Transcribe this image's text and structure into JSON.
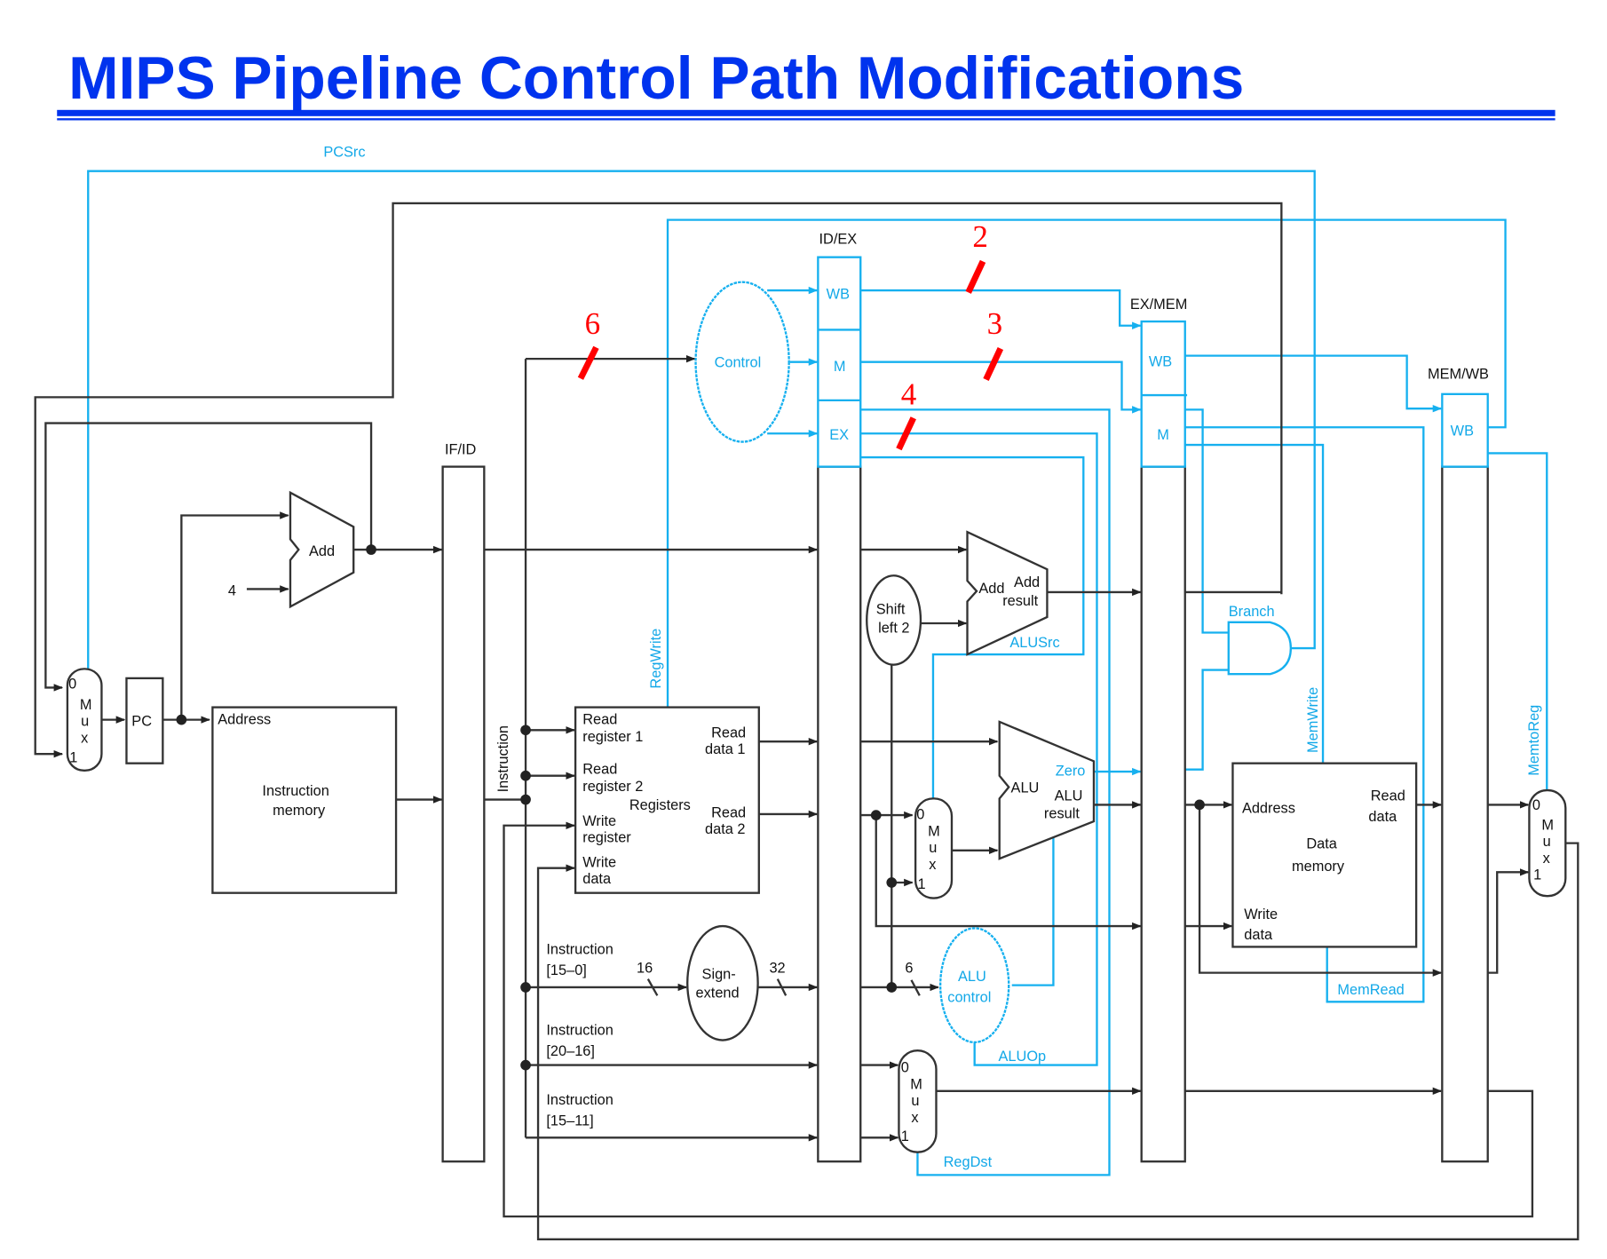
{
  "title": "MIPS Pipeline Control Path Modifications",
  "colors": {
    "title": "#0033ee",
    "control": "#16b0ef",
    "datapath": "#333333",
    "annotation": "#ff0000"
  },
  "pipeline_registers": {
    "if_id": "IF/ID",
    "id_ex": "ID/EX",
    "ex_mem": "EX/MEM",
    "mem_wb": "MEM/WB"
  },
  "stage_fields": {
    "wb": "WB",
    "m": "M",
    "ex": "EX"
  },
  "control_signals": {
    "pcsrc": "PCSrc",
    "regwrite": "RegWrite",
    "alusrc": "ALUSrc",
    "branch": "Branch",
    "memwrite": "MemWrite",
    "memread": "MemRead",
    "memtoreg": "MemtoReg",
    "aluop": "ALUOp",
    "regdst": "RegDst",
    "zero": "Zero"
  },
  "units": {
    "control": "Control",
    "add": "Add",
    "four": "4",
    "pc": "PC",
    "imem_address": "Address",
    "imem_line1": "Instruction",
    "imem_line2": "memory",
    "instruction_vertical": "Instruction",
    "mux_letters": [
      "M",
      "u",
      "x"
    ],
    "mux_in0": "0",
    "mux_in1": "1",
    "reg_read1_l1": "Read",
    "reg_read1_l2": "register 1",
    "reg_read2_l1": "Read",
    "reg_read2_l2": "register 2",
    "reg_write_l1": "Write",
    "reg_write_l2": "register",
    "reg_wdata_l1": "Write",
    "reg_wdata_l2": "data",
    "registers": "Registers",
    "rdata1_l1": "Read",
    "rdata1_l2": "data 1",
    "rdata2_l1": "Read",
    "rdata2_l2": "data 2",
    "shift_l1": "Shift",
    "shift_l2": "left 2",
    "add_left": "Add",
    "add_res_l1": "Add",
    "add_res_l2": "result",
    "alu_left": "ALU",
    "alu_res_l1": "ALU",
    "alu_res_l2": "result",
    "signext_l1": "Sign-",
    "signext_l2": "extend",
    "alucontrol_l1": "ALU",
    "alucontrol_l2": "control",
    "instr_150_l1": "Instruction",
    "instr_150_l2": "[15–0]",
    "instr_2016_l1": "Instruction",
    "instr_2016_l2": "[20–16]",
    "instr_1511_l1": "Instruction",
    "instr_1511_l2": "[15–11]",
    "width16": "16",
    "width32": "32",
    "width6": "6",
    "dmem_address": "Address",
    "dmem_l1": "Data",
    "dmem_l2": "memory",
    "dmem_read_l1": "Read",
    "dmem_read_l2": "data",
    "dmem_write_l1": "Write",
    "dmem_write_l2": "data"
  },
  "annotations": {
    "control_in_bits": "6",
    "wb_bits": "2",
    "m_bits": "3",
    "ex_bits": "4"
  }
}
